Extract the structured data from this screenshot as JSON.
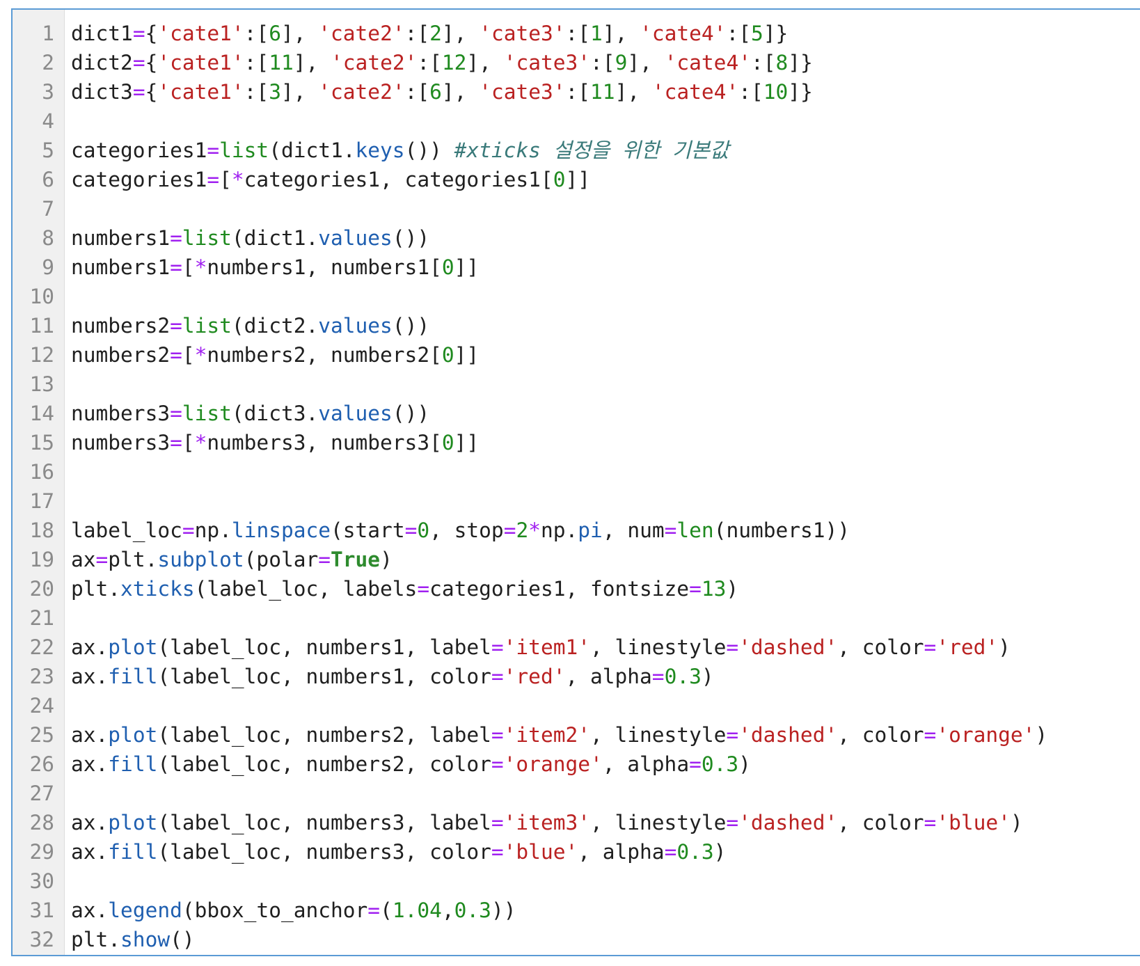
{
  "colors": {
    "keyword": "#2e8b2e",
    "operator": "#a020f0",
    "string": "#ba2121",
    "number": "#1f8a1f",
    "builtin": "#1f8a1f",
    "attribute": "#1f5fb0",
    "comment": "#3a7a7a",
    "text": "#1f1f1f",
    "gutter_bg": "#f0f0f0",
    "border": "#5b9bd5"
  },
  "editor": {
    "lines": [
      {
        "n": "1",
        "tokens": [
          [
            "p",
            "dict1"
          ],
          [
            "o",
            "="
          ],
          [
            "p",
            "{"
          ],
          [
            "s",
            "'cate1'"
          ],
          [
            "p",
            ":["
          ],
          [
            "n",
            "6"
          ],
          [
            "p",
            "], "
          ],
          [
            "s",
            "'cate2'"
          ],
          [
            "p",
            ":["
          ],
          [
            "n",
            "2"
          ],
          [
            "p",
            "], "
          ],
          [
            "s",
            "'cate3'"
          ],
          [
            "p",
            ":["
          ],
          [
            "n",
            "1"
          ],
          [
            "p",
            "], "
          ],
          [
            "s",
            "'cate4'"
          ],
          [
            "p",
            ":["
          ],
          [
            "n",
            "5"
          ],
          [
            "p",
            "]}"
          ]
        ]
      },
      {
        "n": "2",
        "tokens": [
          [
            "p",
            "dict2"
          ],
          [
            "o",
            "="
          ],
          [
            "p",
            "{"
          ],
          [
            "s",
            "'cate1'"
          ],
          [
            "p",
            ":["
          ],
          [
            "n",
            "11"
          ],
          [
            "p",
            "], "
          ],
          [
            "s",
            "'cate2'"
          ],
          [
            "p",
            ":["
          ],
          [
            "n",
            "12"
          ],
          [
            "p",
            "], "
          ],
          [
            "s",
            "'cate3'"
          ],
          [
            "p",
            ":["
          ],
          [
            "n",
            "9"
          ],
          [
            "p",
            "], "
          ],
          [
            "s",
            "'cate4'"
          ],
          [
            "p",
            ":["
          ],
          [
            "n",
            "8"
          ],
          [
            "p",
            "]}"
          ]
        ]
      },
      {
        "n": "3",
        "tokens": [
          [
            "p",
            "dict3"
          ],
          [
            "o",
            "="
          ],
          [
            "p",
            "{"
          ],
          [
            "s",
            "'cate1'"
          ],
          [
            "p",
            ":["
          ],
          [
            "n",
            "3"
          ],
          [
            "p",
            "], "
          ],
          [
            "s",
            "'cate2'"
          ],
          [
            "p",
            ":["
          ],
          [
            "n",
            "6"
          ],
          [
            "p",
            "], "
          ],
          [
            "s",
            "'cate3'"
          ],
          [
            "p",
            ":["
          ],
          [
            "n",
            "11"
          ],
          [
            "p",
            "], "
          ],
          [
            "s",
            "'cate4'"
          ],
          [
            "p",
            ":["
          ],
          [
            "n",
            "10"
          ],
          [
            "p",
            "]}"
          ]
        ]
      },
      {
        "n": "4",
        "tokens": []
      },
      {
        "n": "5",
        "tokens": [
          [
            "p",
            "categories1"
          ],
          [
            "o",
            "="
          ],
          [
            "b",
            "list"
          ],
          [
            "p",
            "(dict1."
          ],
          [
            "a",
            "keys"
          ],
          [
            "p",
            "()) "
          ],
          [
            "c",
            "#xticks 설정을 위한 기본값"
          ]
        ]
      },
      {
        "n": "6",
        "tokens": [
          [
            "p",
            "categories1"
          ],
          [
            "o",
            "="
          ],
          [
            "p",
            "["
          ],
          [
            "o",
            "*"
          ],
          [
            "p",
            "categories1, categories1["
          ],
          [
            "n",
            "0"
          ],
          [
            "p",
            "]]"
          ]
        ]
      },
      {
        "n": "7",
        "tokens": []
      },
      {
        "n": "8",
        "tokens": [
          [
            "p",
            "numbers1"
          ],
          [
            "o",
            "="
          ],
          [
            "b",
            "list"
          ],
          [
            "p",
            "(dict1."
          ],
          [
            "a",
            "values"
          ],
          [
            "p",
            "())"
          ]
        ]
      },
      {
        "n": "9",
        "tokens": [
          [
            "p",
            "numbers1"
          ],
          [
            "o",
            "="
          ],
          [
            "p",
            "["
          ],
          [
            "o",
            "*"
          ],
          [
            "p",
            "numbers1, numbers1["
          ],
          [
            "n",
            "0"
          ],
          [
            "p",
            "]]"
          ]
        ]
      },
      {
        "n": "10",
        "tokens": []
      },
      {
        "n": "11",
        "tokens": [
          [
            "p",
            "numbers2"
          ],
          [
            "o",
            "="
          ],
          [
            "b",
            "list"
          ],
          [
            "p",
            "(dict2."
          ],
          [
            "a",
            "values"
          ],
          [
            "p",
            "())"
          ]
        ]
      },
      {
        "n": "12",
        "tokens": [
          [
            "p",
            "numbers2"
          ],
          [
            "o",
            "="
          ],
          [
            "p",
            "["
          ],
          [
            "o",
            "*"
          ],
          [
            "p",
            "numbers2, numbers2["
          ],
          [
            "n",
            "0"
          ],
          [
            "p",
            "]]"
          ]
        ]
      },
      {
        "n": "13",
        "tokens": []
      },
      {
        "n": "14",
        "tokens": [
          [
            "p",
            "numbers3"
          ],
          [
            "o",
            "="
          ],
          [
            "b",
            "list"
          ],
          [
            "p",
            "(dict3."
          ],
          [
            "a",
            "values"
          ],
          [
            "p",
            "())"
          ]
        ]
      },
      {
        "n": "15",
        "tokens": [
          [
            "p",
            "numbers3"
          ],
          [
            "o",
            "="
          ],
          [
            "p",
            "["
          ],
          [
            "o",
            "*"
          ],
          [
            "p",
            "numbers3, numbers3["
          ],
          [
            "n",
            "0"
          ],
          [
            "p",
            "]]"
          ]
        ]
      },
      {
        "n": "16",
        "tokens": []
      },
      {
        "n": "17",
        "tokens": []
      },
      {
        "n": "18",
        "tokens": [
          [
            "p",
            "label_loc"
          ],
          [
            "o",
            "="
          ],
          [
            "p",
            "np."
          ],
          [
            "a",
            "linspace"
          ],
          [
            "p",
            "(start"
          ],
          [
            "o",
            "="
          ],
          [
            "n",
            "0"
          ],
          [
            "p",
            ", stop"
          ],
          [
            "o",
            "="
          ],
          [
            "n",
            "2"
          ],
          [
            "o",
            "*"
          ],
          [
            "p",
            "np."
          ],
          [
            "a",
            "pi"
          ],
          [
            "p",
            ", num"
          ],
          [
            "o",
            "="
          ],
          [
            "b",
            "len"
          ],
          [
            "p",
            "(numbers1))"
          ]
        ]
      },
      {
        "n": "19",
        "tokens": [
          [
            "p",
            "ax"
          ],
          [
            "o",
            "="
          ],
          [
            "p",
            "plt."
          ],
          [
            "a",
            "subplot"
          ],
          [
            "p",
            "(polar"
          ],
          [
            "o",
            "="
          ],
          [
            "k",
            "True"
          ],
          [
            "p",
            ")"
          ]
        ]
      },
      {
        "n": "20",
        "tokens": [
          [
            "p",
            "plt."
          ],
          [
            "a",
            "xticks"
          ],
          [
            "p",
            "(label_loc, labels"
          ],
          [
            "o",
            "="
          ],
          [
            "p",
            "categories1, fontsize"
          ],
          [
            "o",
            "="
          ],
          [
            "n",
            "13"
          ],
          [
            "p",
            ")"
          ]
        ]
      },
      {
        "n": "21",
        "tokens": []
      },
      {
        "n": "22",
        "tokens": [
          [
            "p",
            "ax."
          ],
          [
            "a",
            "plot"
          ],
          [
            "p",
            "(label_loc, numbers1, label"
          ],
          [
            "o",
            "="
          ],
          [
            "s",
            "'item1'"
          ],
          [
            "p",
            ", linestyle"
          ],
          [
            "o",
            "="
          ],
          [
            "s",
            "'dashed'"
          ],
          [
            "p",
            ", color"
          ],
          [
            "o",
            "="
          ],
          [
            "s",
            "'red'"
          ],
          [
            "p",
            ")"
          ]
        ]
      },
      {
        "n": "23",
        "tokens": [
          [
            "p",
            "ax."
          ],
          [
            "a",
            "fill"
          ],
          [
            "p",
            "(label_loc, numbers1, color"
          ],
          [
            "o",
            "="
          ],
          [
            "s",
            "'red'"
          ],
          [
            "p",
            ", alpha"
          ],
          [
            "o",
            "="
          ],
          [
            "n",
            "0.3"
          ],
          [
            "p",
            ")"
          ]
        ]
      },
      {
        "n": "24",
        "tokens": []
      },
      {
        "n": "25",
        "tokens": [
          [
            "p",
            "ax."
          ],
          [
            "a",
            "plot"
          ],
          [
            "p",
            "(label_loc, numbers2, label"
          ],
          [
            "o",
            "="
          ],
          [
            "s",
            "'item2'"
          ],
          [
            "p",
            ", linestyle"
          ],
          [
            "o",
            "="
          ],
          [
            "s",
            "'dashed'"
          ],
          [
            "p",
            ", color"
          ],
          [
            "o",
            "="
          ],
          [
            "s",
            "'orange'"
          ],
          [
            "p",
            ")"
          ]
        ]
      },
      {
        "n": "26",
        "tokens": [
          [
            "p",
            "ax."
          ],
          [
            "a",
            "fill"
          ],
          [
            "p",
            "(label_loc, numbers2, color"
          ],
          [
            "o",
            "="
          ],
          [
            "s",
            "'orange'"
          ],
          [
            "p",
            ", alpha"
          ],
          [
            "o",
            "="
          ],
          [
            "n",
            "0.3"
          ],
          [
            "p",
            ")"
          ]
        ]
      },
      {
        "n": "27",
        "tokens": []
      },
      {
        "n": "28",
        "tokens": [
          [
            "p",
            "ax."
          ],
          [
            "a",
            "plot"
          ],
          [
            "p",
            "(label_loc, numbers3, label"
          ],
          [
            "o",
            "="
          ],
          [
            "s",
            "'item3'"
          ],
          [
            "p",
            ", linestyle"
          ],
          [
            "o",
            "="
          ],
          [
            "s",
            "'dashed'"
          ],
          [
            "p",
            ", color"
          ],
          [
            "o",
            "="
          ],
          [
            "s",
            "'blue'"
          ],
          [
            "p",
            ")"
          ]
        ]
      },
      {
        "n": "29",
        "tokens": [
          [
            "p",
            "ax."
          ],
          [
            "a",
            "fill"
          ],
          [
            "p",
            "(label_loc, numbers3, color"
          ],
          [
            "o",
            "="
          ],
          [
            "s",
            "'blue'"
          ],
          [
            "p",
            ", alpha"
          ],
          [
            "o",
            "="
          ],
          [
            "n",
            "0.3"
          ],
          [
            "p",
            ")"
          ]
        ]
      },
      {
        "n": "30",
        "tokens": []
      },
      {
        "n": "31",
        "tokens": [
          [
            "p",
            "ax."
          ],
          [
            "a",
            "legend"
          ],
          [
            "p",
            "(bbox_to_anchor"
          ],
          [
            "o",
            "="
          ],
          [
            "p",
            "("
          ],
          [
            "n",
            "1.04"
          ],
          [
            "p",
            ","
          ],
          [
            "n",
            "0.3"
          ],
          [
            "p",
            "))"
          ]
        ]
      },
      {
        "n": "32",
        "tokens": [
          [
            "p",
            "plt."
          ],
          [
            "a",
            "show"
          ],
          [
            "p",
            "()"
          ]
        ]
      }
    ]
  }
}
